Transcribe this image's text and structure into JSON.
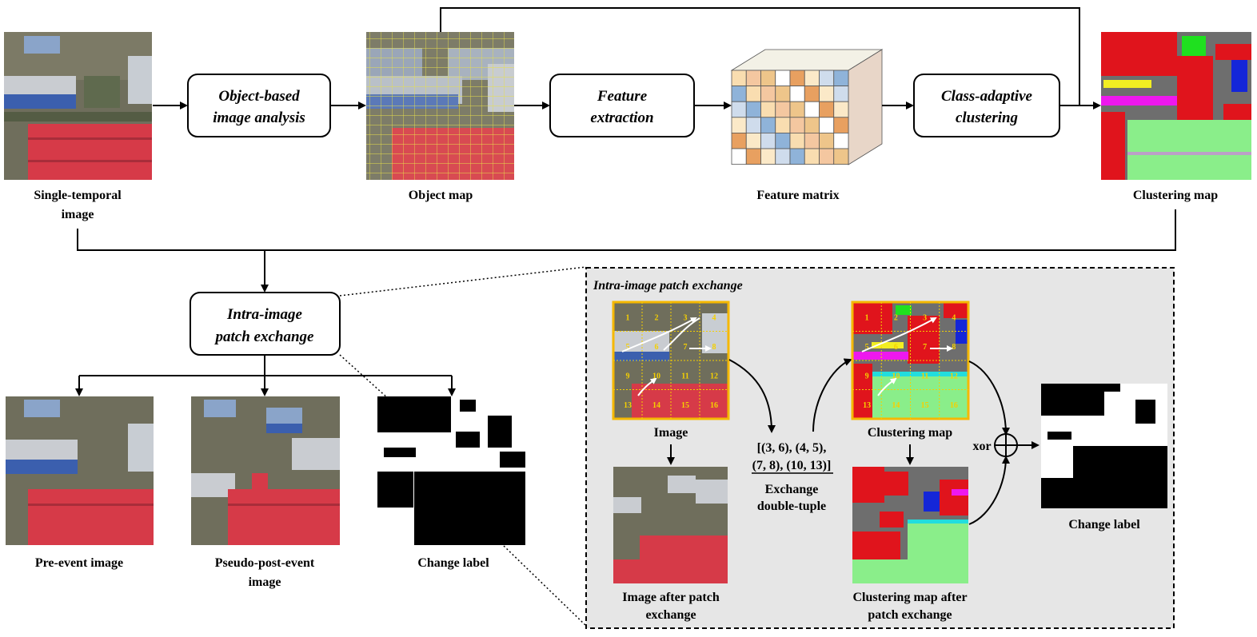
{
  "top_row": {
    "single_temporal_caption": [
      "Single-temporal",
      "image"
    ],
    "obia_label": [
      "Object-based",
      "image analysis"
    ],
    "object_map_caption": "Object map",
    "feature_extraction_label": [
      "Feature",
      "extraction"
    ],
    "feature_matrix_caption": "Feature matrix",
    "clustering_label": [
      "Class-adaptive",
      "clustering"
    ],
    "clustering_map_caption": "Clustering map"
  },
  "middle": {
    "patch_exchange_label": [
      "Intra-image",
      "patch exchange"
    ]
  },
  "bottom_row": {
    "pre_event_caption": "Pre-event image",
    "pseudo_post_caption": [
      "Pseudo-post-event",
      "image"
    ],
    "change_label_caption": "Change label"
  },
  "detail_panel": {
    "title": "Intra-image patch exchange",
    "image_caption": "Image",
    "clustering_map_caption": "Clustering map",
    "tuple_text": [
      "[(3, 6), (4, 5),",
      "(7, 8), (10, 13)]"
    ],
    "exchange_caption": [
      "Exchange",
      "double-tuple"
    ],
    "image_after_caption": [
      "Image after patch",
      "exchange"
    ],
    "clustering_after_caption": [
      "Clustering map after",
      "patch exchange"
    ],
    "xor_label": "xor",
    "change_label_caption": "Change label",
    "patch_numbers": [
      "1",
      "2",
      "3",
      "4",
      "5",
      "6",
      "7",
      "8",
      "9",
      "10",
      "11",
      "12",
      "13",
      "14",
      "15",
      "16"
    ]
  }
}
